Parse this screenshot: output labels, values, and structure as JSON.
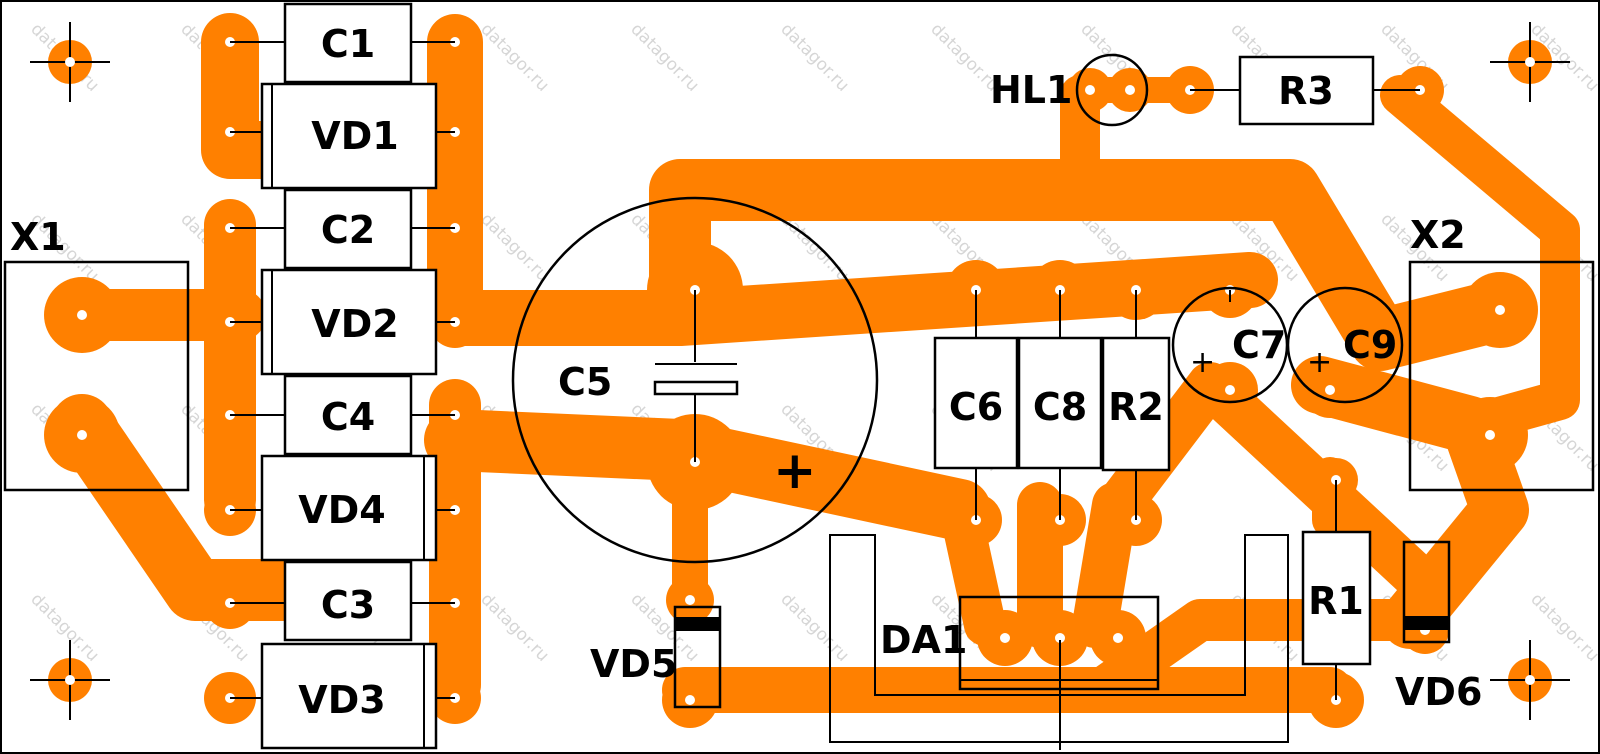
{
  "diagram": {
    "watermark_text": "datagor.ru",
    "connectors": {
      "x1": "X1",
      "x2": "X2"
    },
    "diodes": {
      "vd1": "VD1",
      "vd2": "VD2",
      "vd3": "VD3",
      "vd4": "VD4",
      "vd5": "VD5",
      "vd6": "VD6"
    },
    "capacitors": {
      "c1": "C1",
      "c2": "C2",
      "c3": "C3",
      "c4": "C4",
      "c5": "C5",
      "c6": "C6",
      "c7": "C7",
      "c8": "C8",
      "c9": "C9"
    },
    "resistors": {
      "r1": "R1",
      "r2": "R2",
      "r3": "R3"
    },
    "led": "HL1",
    "regulator": "DA1",
    "polarity_mark": "+",
    "colors": {
      "copper": "#ff8000",
      "silkscreen": "#000000",
      "board": "#ffffff",
      "watermark": "#d6d6d6"
    }
  }
}
